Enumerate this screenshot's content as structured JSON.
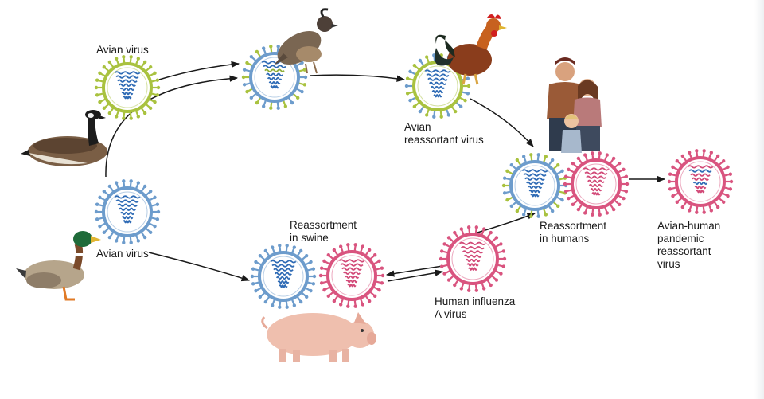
{
  "labels": {
    "avian_virus_top": "Avian virus",
    "avian_virus_bottom": "Avian virus",
    "avian_reassortant_1": "Avian",
    "avian_reassortant_2": "reassortant virus",
    "swine_1": "Reassortment",
    "swine_2": "in swine",
    "humans_1": "Reassortment",
    "humans_2": "in humans",
    "human_flu_1": "Human influenza",
    "human_flu_2": "A virus",
    "pandemic_1": "Avian-human",
    "pandemic_2": "pandemic",
    "pandemic_3": "reassortant",
    "pandemic_4": "virus"
  },
  "colors": {
    "avian_green": "#a9c23f",
    "avian_blue": "#6d9ccc",
    "human_pink": "#d9547f",
    "strand_blue": "#2f6bb5",
    "strand_pink": "#d24a78",
    "arrow": "#1a1a1a"
  },
  "icons": [
    "goose",
    "mallard-duck",
    "quail",
    "rooster",
    "pig",
    "human-family",
    "virus-particle"
  ]
}
